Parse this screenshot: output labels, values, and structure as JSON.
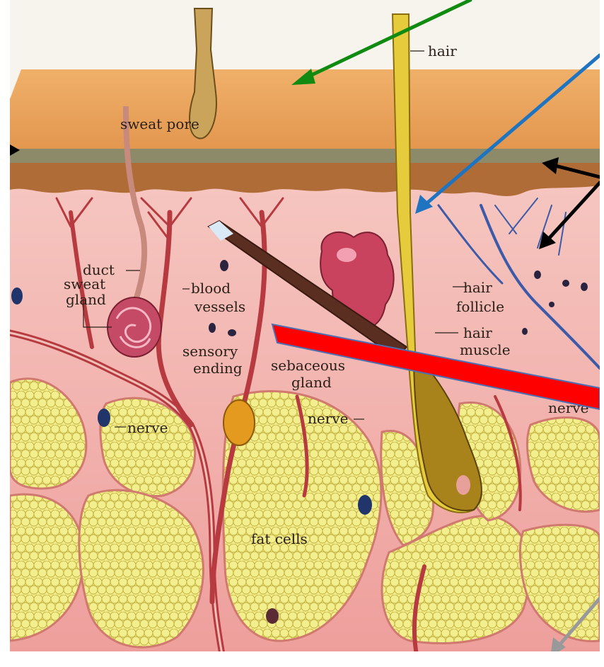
{
  "labels": {
    "hair": "hair",
    "sweat_pore": "sweat pore",
    "duct": "duct",
    "sweat": "sweat",
    "gland_sweat": "gland",
    "blood": "blood",
    "vessels": "vessels",
    "sensory": "sensory",
    "ending": "ending",
    "sebaceous": "sebaceous",
    "gland_sebaceous": "gland",
    "hair2": "hair",
    "follicle": "follicle",
    "hair3": "hair",
    "muscle": "muscle",
    "nerve_left": "nerve",
    "nerve_center": "nerve",
    "nerve_right": "nerve",
    "fat_cells": "fat cells"
  },
  "colors": {
    "epidermis": "#e8a25a",
    "dermis_top": "#b8753a",
    "dermis": "#f2b5b0",
    "fat_fill": "#f3ef8f",
    "fat_line": "#c9b94a",
    "vessel_red": "#b73a40",
    "vein_blue": "#3d5aa8",
    "hair": "#e9cf3e",
    "arrow_green": "#118a11",
    "arrow_blue": "#1e74c0",
    "arrow_black": "#000000",
    "arrow_gray": "#999999",
    "bar_red": "#ff0000",
    "bar_outline": "#4a6fb5"
  }
}
